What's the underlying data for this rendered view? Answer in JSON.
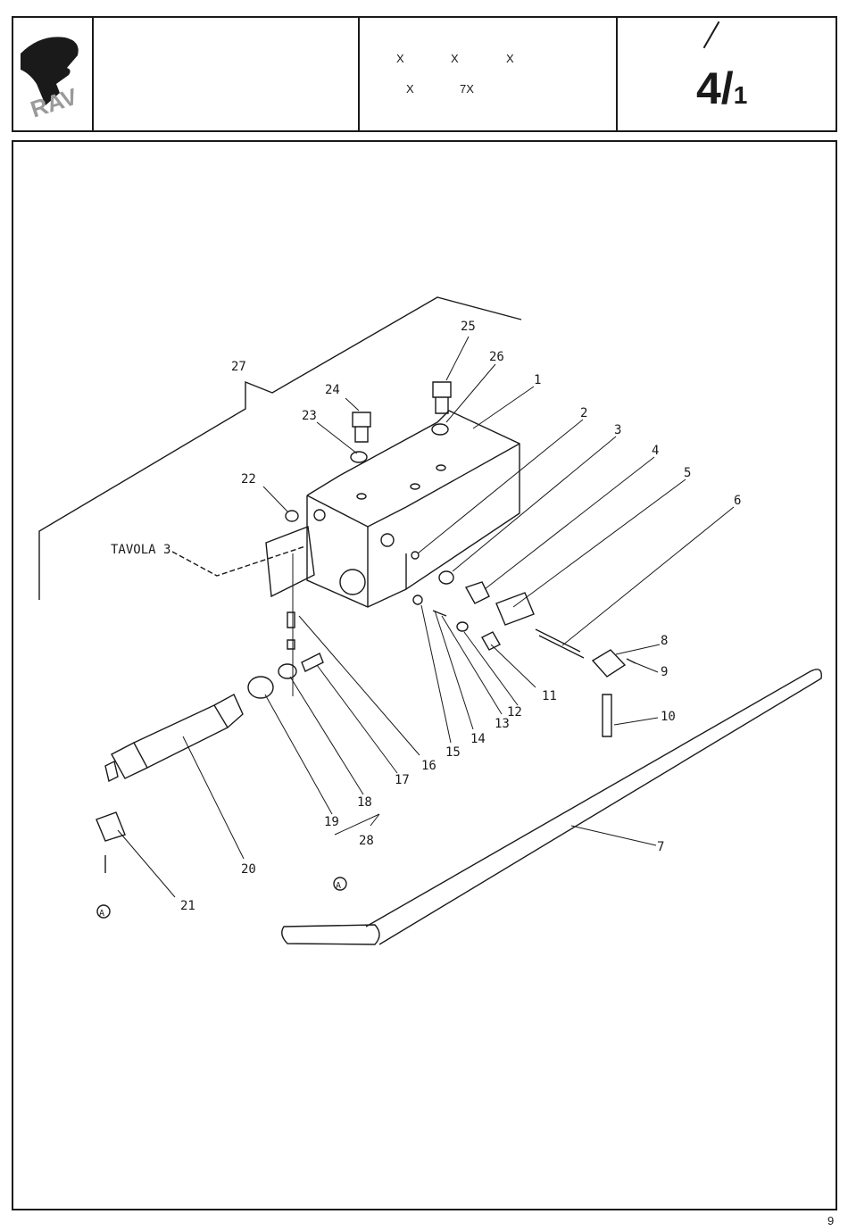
{
  "header": {
    "logo_text": "RAV",
    "codes_row1": [
      "X",
      "X",
      "X"
    ],
    "codes_row2": [
      "X",
      "7X"
    ],
    "slash": "/",
    "table_number": "4/",
    "table_sub": "1"
  },
  "drawing": {
    "ref_label": "TAVOLA 3",
    "part_numbers": [
      "1",
      "2",
      "3",
      "4",
      "5",
      "6",
      "7",
      "8",
      "9",
      "10",
      "11",
      "12",
      "13",
      "14",
      "15",
      "16",
      "17",
      "18",
      "19",
      "20",
      "21",
      "22",
      "23",
      "24",
      "25",
      "26",
      "27",
      "28"
    ],
    "detail_marker": "A"
  },
  "footer": {
    "page_number": "9"
  }
}
